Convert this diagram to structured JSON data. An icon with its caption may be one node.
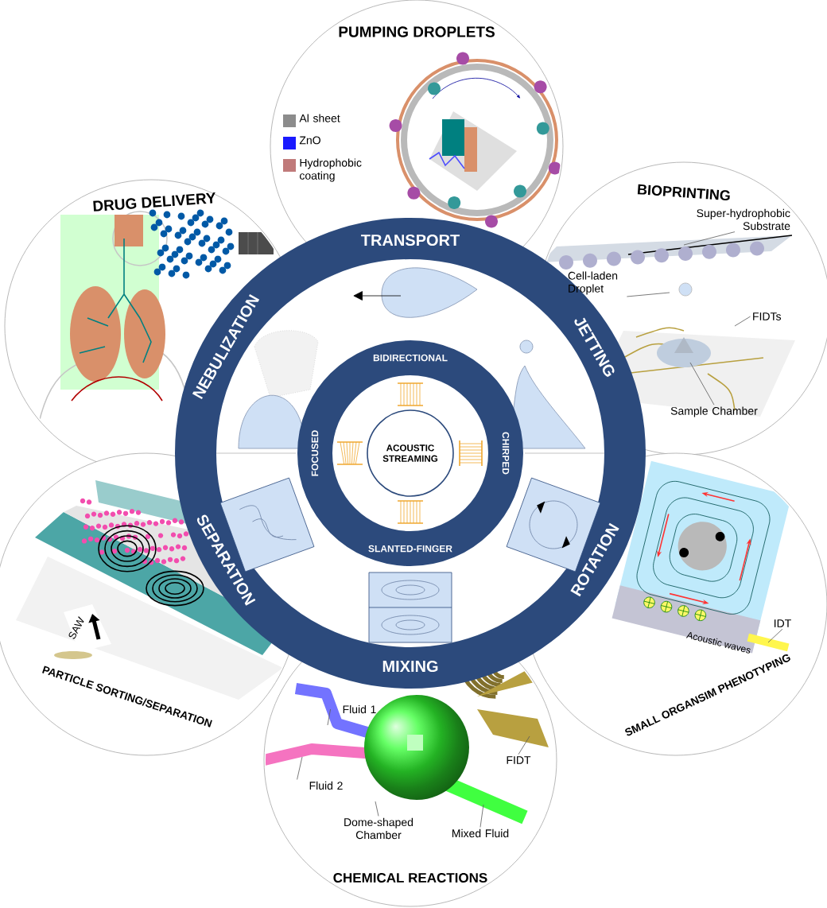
{
  "diagram": {
    "nodes": [
      {
        "text": [
          "ACOUSTIC STREAMING"
        ]
      },
      {
        "text": [
          "DRUG DELIVERY"
        ]
      },
      {
        "text": [
          "PUMPING DROPLETS"
        ]
      },
      {
        "text": [
          "BIOPRINTING"
        ]
      },
      {
        "text": [
          "SMALL ORGANSIM PHENOTYPING"
        ]
      },
      {
        "text": [
          "CHEMICAL REACTIONS"
        ]
      },
      {
        "text": [
          "PARTICLE SORTING/SEPARATION"
        ]
      },
      {
        "text": [
          "Super-hydrophobic Substrate"
        ],
        "in": 3
      },
      {
        "text": [
          "Cell-laden Droplet"
        ],
        "in": 3
      },
      {
        "text": [
          "FIDTs"
        ],
        "in": 3
      },
      {
        "text": [
          "Sample Chamber"
        ],
        "in": 3
      },
      {
        "text": [
          "IDT"
        ],
        "in": 4
      },
      {
        "text": [
          "Fluid 1"
        ],
        "in": 5
      },
      {
        "text": [
          "Fluid 2"
        ],
        "in": 5
      },
      {
        "text": [
          "Dome-shaped Chamber"
        ],
        "in": 5
      },
      {
        "text": [
          "Mixed Fluid"
        ],
        "in": 5
      },
      {
        "text": [
          "FIDT"
        ],
        "in": 5
      },
      {
        "text": [],
        "shape": "bar",
        "in": 4
      }
    ],
    "edges": [
      {
        "from": 7,
        "to": null,
        "arrow": "none"
      },
      {
        "from": 8,
        "to": null,
        "arrow": "none"
      },
      {
        "from": 9,
        "to": null,
        "arrow": "none"
      },
      {
        "from": 10,
        "to": null,
        "arrow": "none"
      },
      {
        "from": 11,
        "to": 17,
        "arrow": "none"
      },
      {
        "from": 12,
        "to": null,
        "arrow": "none"
      },
      {
        "from": 13,
        "to": null,
        "arrow": "none"
      },
      {
        "from": 14,
        "to": null,
        "arrow": "none"
      },
      {
        "from": 15,
        "to": null,
        "arrow": "none"
      },
      {
        "from": 16,
        "to": null,
        "arrow": "none"
      }
    ],
    "labels": [
      "TRANSPORT",
      "JETTING",
      "ROTATION",
      "MIXING",
      "SEPARATION",
      "NEBULIZATION",
      "BIDIRECTIONAL",
      "CHIRPED",
      "SLANTED-FINGER",
      "FOCUSED",
      "SAW",
      "Acoustic waves"
    ],
    "legend": [
      {
        "text": "Al sheet",
        "color": "#8c8c8c"
      },
      {
        "text": "ZnO",
        "color": "#1a1aff"
      },
      {
        "text": "Hydrophobic coating",
        "color": "#c07a7a"
      }
    ]
  }
}
